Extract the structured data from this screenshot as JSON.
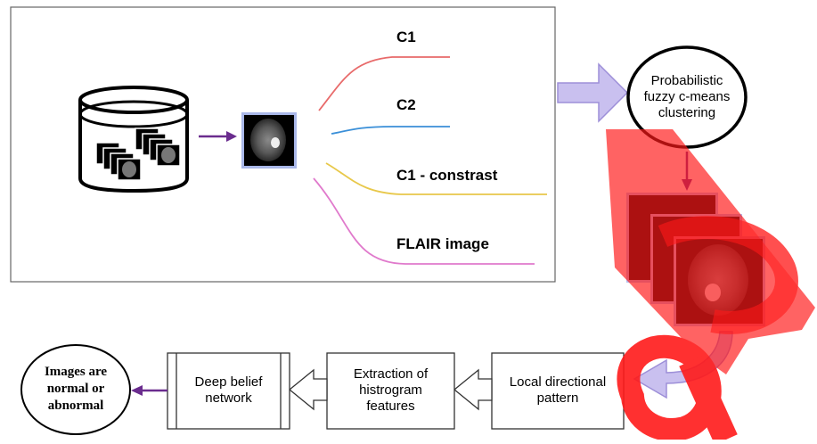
{
  "modalities": [
    "C1",
    "C2",
    "C1 - constrast",
    "FLAIR image"
  ],
  "clustering_label": [
    "Probabilistic",
    "fuzzy c-means",
    "clustering"
  ],
  "pipeline": {
    "step1": [
      "Local directional",
      "pattern"
    ],
    "step2": [
      "Extraction of",
      "histrogram",
      "features"
    ],
    "step3": [
      "Deep belief",
      "network"
    ],
    "output": [
      "Images are",
      "normal or",
      "abnormal"
    ]
  },
  "colors": {
    "c1_line": "#e86a6a",
    "c2_line": "#3a8fd8",
    "c1contrast_line": "#e8c84a",
    "flair_line": "#e07acc",
    "arrow_purple": "#6a2c8e",
    "arrow_lavender": "#c9c0ef",
    "overlay_red": "#ff1a1a"
  }
}
